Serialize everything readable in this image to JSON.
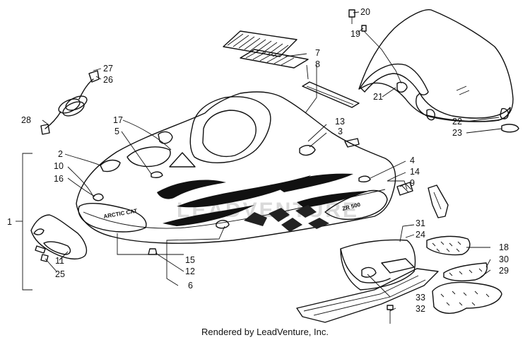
{
  "footer": "Rendered by LeadVenture, Inc.",
  "watermark": "LEADVENTURE",
  "hood_decal_text": "ARCTIC CAT",
  "side_decal_text": "ZR 500",
  "callouts": [
    "1",
    "2",
    "3",
    "4",
    "5",
    "6",
    "7",
    "8",
    "9",
    "10",
    "11",
    "12",
    "13",
    "14",
    "15",
    "16",
    "17",
    "18",
    "19",
    "20",
    "21",
    "22",
    "23",
    "24",
    "25",
    "26",
    "27",
    "28",
    "29",
    "30",
    "31",
    "32",
    "33"
  ]
}
